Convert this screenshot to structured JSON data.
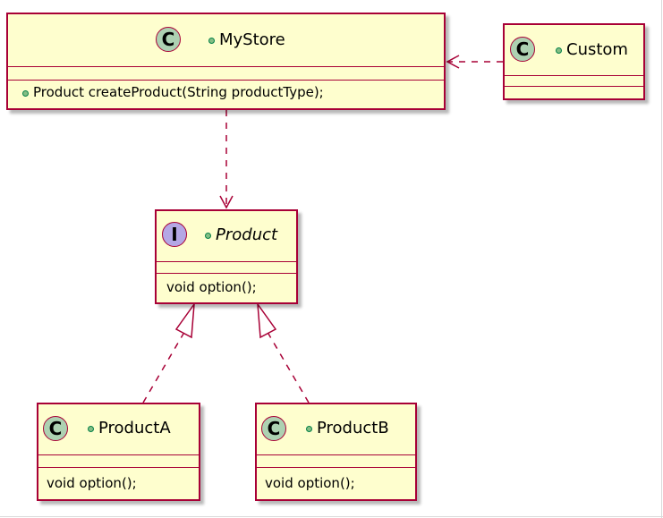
{
  "diagram": {
    "kind": "UML class diagram",
    "colors": {
      "class_fill": "#fefece",
      "border": "#a80036",
      "class_badge": "#add1b2",
      "interface_badge": "#b4a7e5",
      "public_dot": "#84be84"
    },
    "nodes": {
      "mystore": {
        "stereotype_letter": "C",
        "name": "MyStore",
        "method_1": "Product createProduct(String productType);"
      },
      "custom": {
        "stereotype_letter": "C",
        "name": "Custom"
      },
      "product": {
        "stereotype_letter": "I",
        "name": "Product",
        "method_1": "void option();"
      },
      "producta": {
        "stereotype_letter": "C",
        "name": "ProductA",
        "method_1": "void option();"
      },
      "productb": {
        "stereotype_letter": "C",
        "name": "ProductB",
        "method_1": "void option();"
      }
    },
    "edges": [
      {
        "from": "Custom",
        "to": "MyStore",
        "type": "dependency",
        "style": "dashed",
        "arrowhead": "open"
      },
      {
        "from": "MyStore",
        "to": "Product",
        "type": "dependency",
        "style": "dashed",
        "arrowhead": "open"
      },
      {
        "from": "ProductA",
        "to": "Product",
        "type": "realization",
        "style": "dashed",
        "arrowhead": "hollow-triangle"
      },
      {
        "from": "ProductB",
        "to": "Product",
        "type": "realization",
        "style": "dashed",
        "arrowhead": "hollow-triangle"
      }
    ]
  }
}
